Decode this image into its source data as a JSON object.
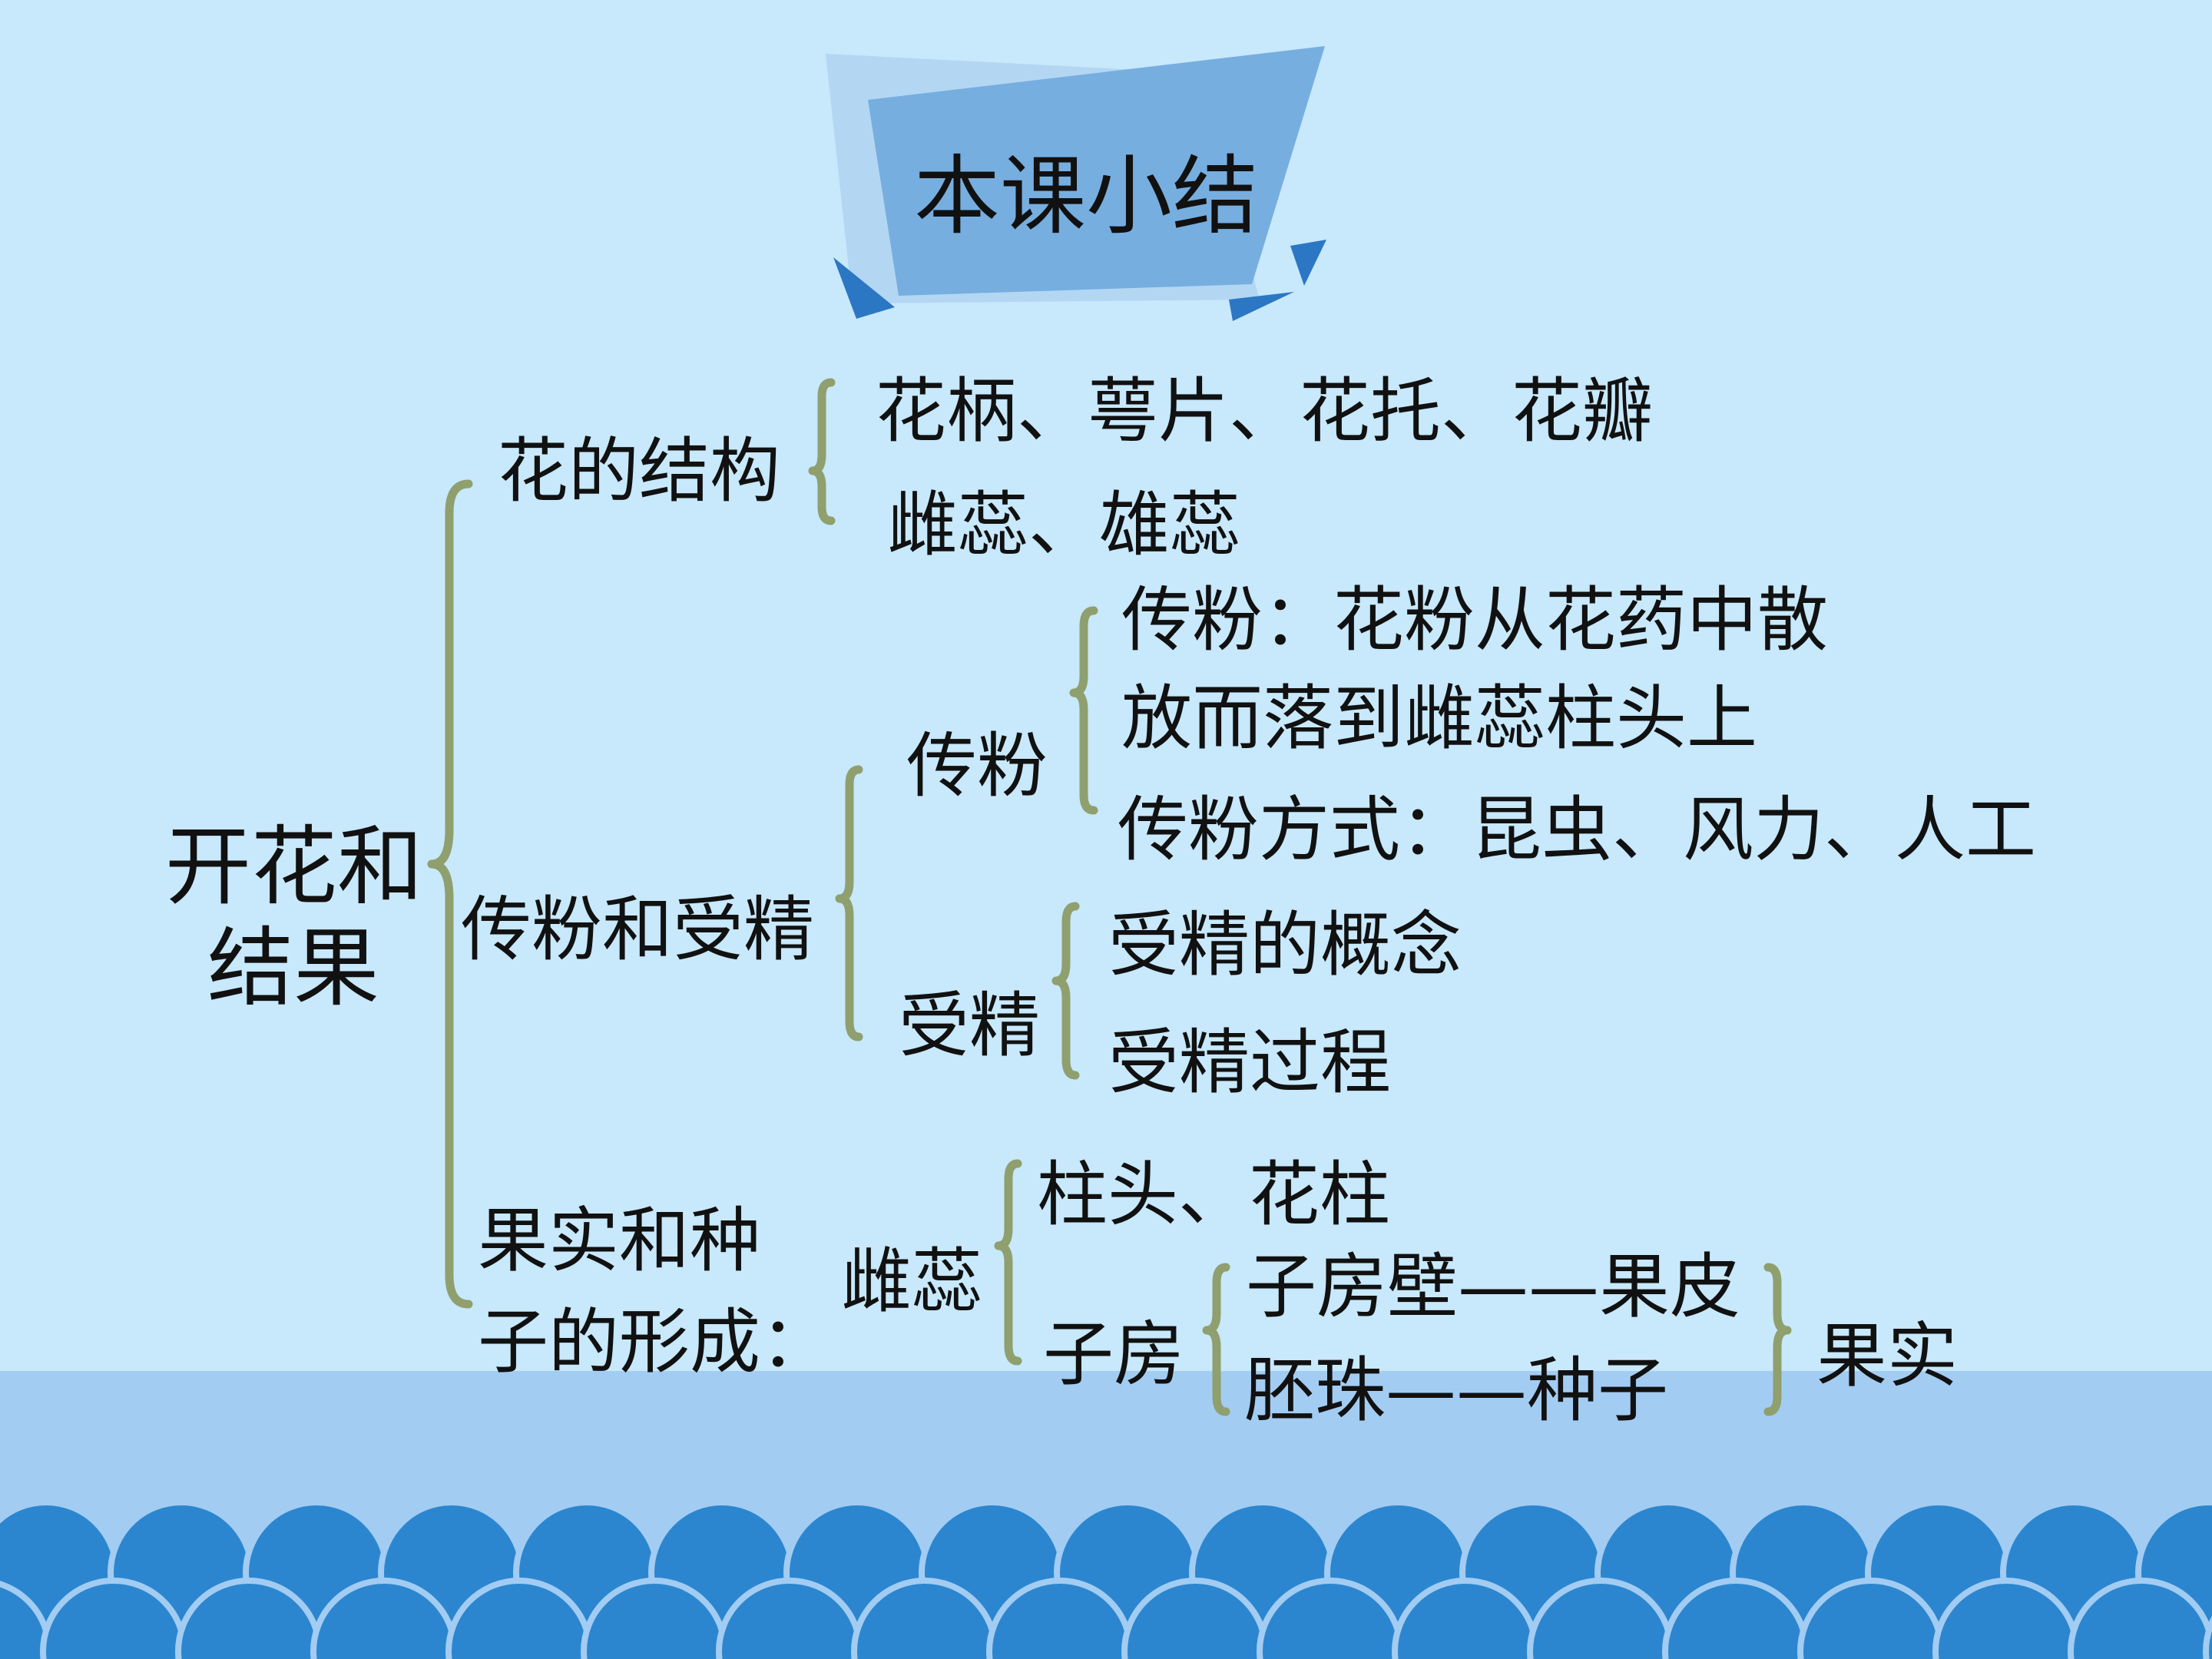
{
  "title": "本课小结",
  "root": [
    "开花和",
    "结果"
  ],
  "flower_structure": {
    "label": "花的结构",
    "items": [
      "花柄、萼片、花托、花瓣",
      "雌蕊、雄蕊"
    ]
  },
  "pollination_fertilization": {
    "label": "传粉和受精",
    "pollination": {
      "label": "传粉",
      "definition": [
        "传粉：花粉从花药中散",
        "放而落到雌蕊柱头上"
      ],
      "methods": "传粉方式：昆虫、风力、人工"
    },
    "fertilization": {
      "label": "受精",
      "items": [
        "受精的概念",
        "受精过程"
      ]
    }
  },
  "fruit_seed": {
    "label": [
      "果实和种",
      "子的形成："
    ],
    "pistil": {
      "label": "雌蕊",
      "stigma_style": "柱头、花柱",
      "ovary": {
        "label": "子房",
        "items": [
          "子房壁——果皮",
          "胚珠——种子"
        ]
      },
      "result": "果实"
    }
  },
  "colors": {
    "background": "#c8e8fb",
    "band": "#a3ccf2",
    "wave": "#2b86cf",
    "bracket": "#8f9f6e",
    "title_panel": "#77aee0"
  }
}
